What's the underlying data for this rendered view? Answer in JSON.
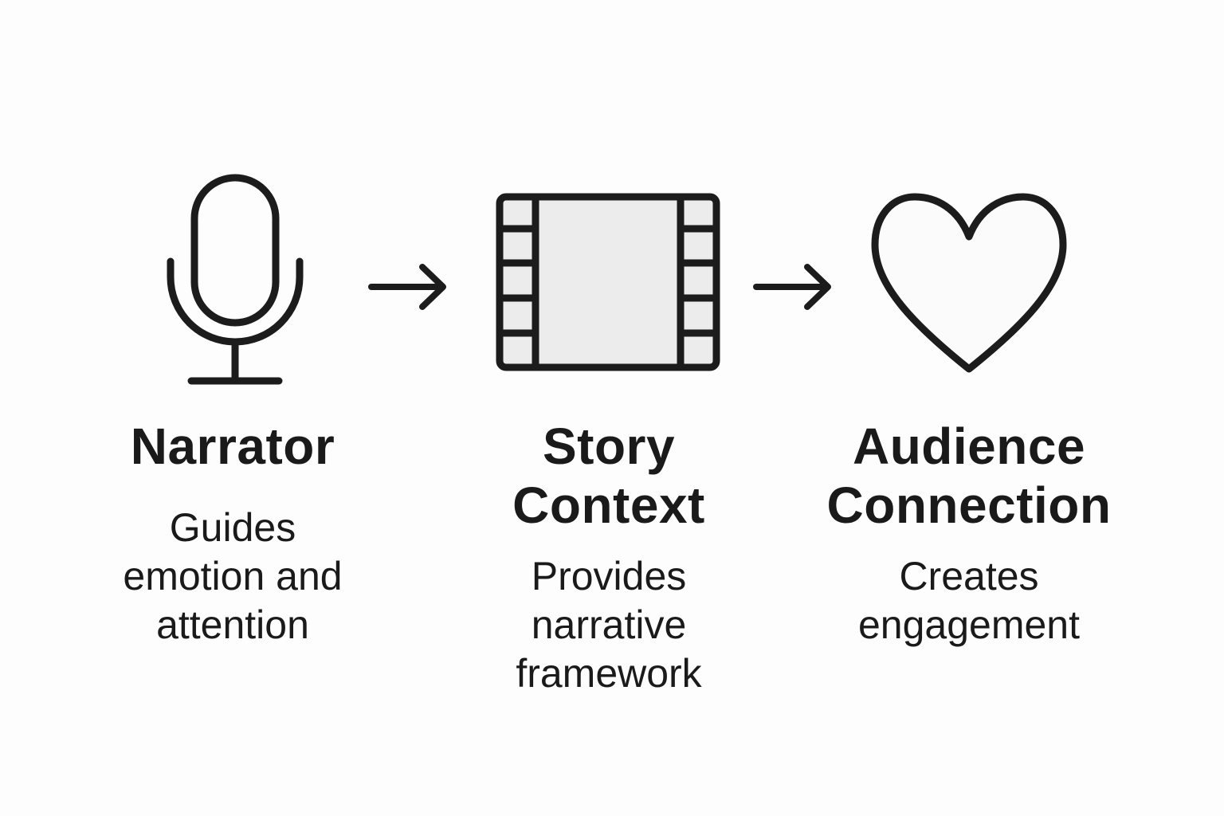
{
  "steps": [
    {
      "icon": "microphone-icon",
      "title_lines": [
        "Narrator"
      ],
      "desc_lines": [
        "Guides",
        "emotion and",
        "attention"
      ]
    },
    {
      "icon": "film-strip-icon",
      "title_lines": [
        "Story",
        "Context"
      ],
      "desc_lines": [
        "Provides",
        "narrative",
        "framework"
      ]
    },
    {
      "icon": "heart-icon",
      "title_lines": [
        "Audience",
        "Connection"
      ],
      "desc_lines": [
        "Creates",
        "engagement"
      ]
    }
  ],
  "connectors": [
    "arrow-right-icon",
    "arrow-right-icon"
  ],
  "colors": {
    "stroke": "#1c1c1c",
    "fill": "#eeeeee",
    "background": "#fdfdfd"
  }
}
